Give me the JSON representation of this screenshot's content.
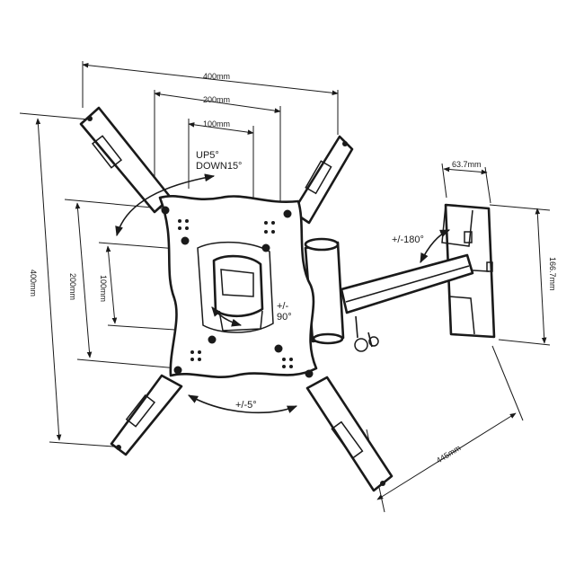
{
  "dimensions": {
    "width_400_top": "400mm",
    "width_200_top": "200mm",
    "width_100_top": "100mm",
    "height_400_left": "400mm",
    "height_200_left": "200mm",
    "height_100_left": "100mm",
    "arm_depth_min": "63.7mm",
    "bracket_height": "166.7mm",
    "arm_extension": "445mm"
  },
  "angles": {
    "tilt_up": "UP5°",
    "tilt_down": "DOWN15°",
    "swivel": "+/-180°",
    "rotation_line1": "+/-",
    "rotation_line2": "90°",
    "level": "+/-5°"
  }
}
